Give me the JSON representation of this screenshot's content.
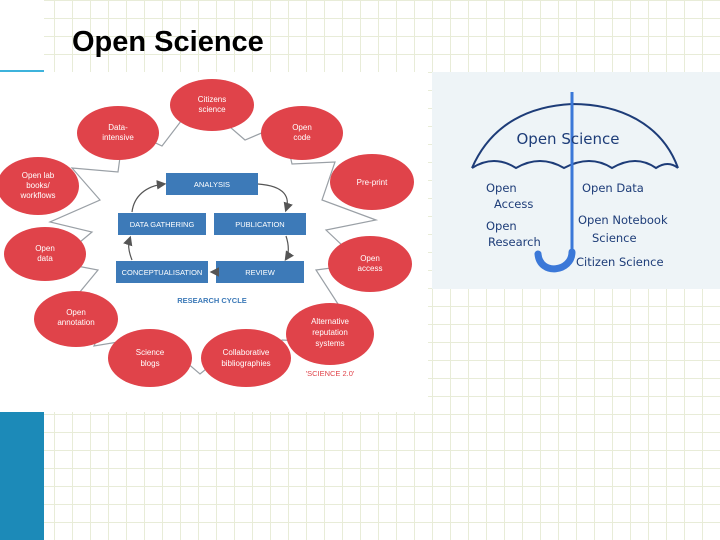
{
  "slide": {
    "title": "Open Science"
  },
  "research_diagram": {
    "center_boxes": {
      "analysis": "ANALYSIS",
      "data_gathering": "DATA GATHERING",
      "publication": "PUBLICATION",
      "conceptualisation": "CONCEPTUALISATION",
      "review": "REVIEW"
    },
    "cycle_label": "RESEARCH CYCLE",
    "science_label": "'SCIENCE 2.0'",
    "ovals": {
      "citizens_science": [
        "Citizens",
        "science"
      ],
      "data_intensive": [
        "Data-",
        "intensive"
      ],
      "open_code": [
        "Open",
        "code"
      ],
      "open_lab_books": [
        "Open lab",
        "books/",
        "workflows"
      ],
      "pre_print": [
        "Pre-print"
      ],
      "open_data": [
        "Open",
        "data"
      ],
      "open_access": [
        "Open",
        "access"
      ],
      "open_annotation": [
        "Open",
        "annotation"
      ],
      "alt_reputation": [
        "Alternative",
        "reputation",
        "systems"
      ],
      "science_blogs": [
        "Science",
        "blogs"
      ],
      "collab_bibliographies": [
        "Collaborative",
        "bibliographies"
      ]
    },
    "colors": {
      "oval_fill": "#e0434a",
      "box_fill": "#3d7ab8",
      "star_stroke": "#9aa0a6"
    }
  },
  "umbrella_sketch": {
    "canopy_label": "Open Science",
    "left_labels": {
      "open_access": [
        "Open",
        "Access"
      ],
      "open_research": [
        "Open",
        "Research"
      ]
    },
    "right_labels": {
      "open_data": "Open Data",
      "open_notebook": [
        "Open Notebook",
        "Science"
      ],
      "citizen_science": "Citizen Science"
    },
    "colors": {
      "ink": "#1d3c78",
      "handle": "#3b78d8"
    }
  }
}
